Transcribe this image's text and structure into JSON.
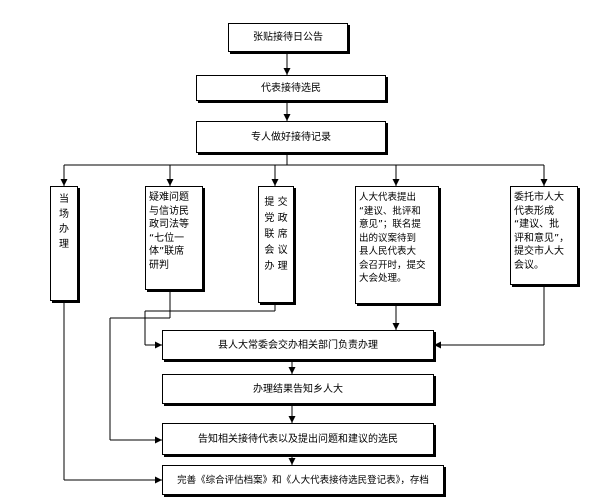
{
  "flow": {
    "announce": "张贴接待日公告",
    "receive": "代表接待选民",
    "record": "专人做好接待记录",
    "branches": {
      "onsite": "当\n场\n办\n理",
      "complex": "疑难问题\n与信访民\n政司法等\n“七位一\n体”联席\n研判",
      "party": "提 交\n党 政\n联 席\n会 议\n办 理",
      "deputy": "人大代表提出\n“建议、批评和\n意见”；联名提\n出的议案待到\n县人民代表大\n会召开时，提交\n大会处理。",
      "city": "委托市人大\n代表形成\n“建议、批\n评和意见”，\n提交市人大\n会议。"
    },
    "assign": "县人大常委会交办相关部门负责办理",
    "report": "办理结果告知乡人大",
    "notify": "告知相关接待代表以及提出问题和建议的选民",
    "archive": "完善《综合评估档案》和《人大代表接待选民登记表》，存档"
  }
}
